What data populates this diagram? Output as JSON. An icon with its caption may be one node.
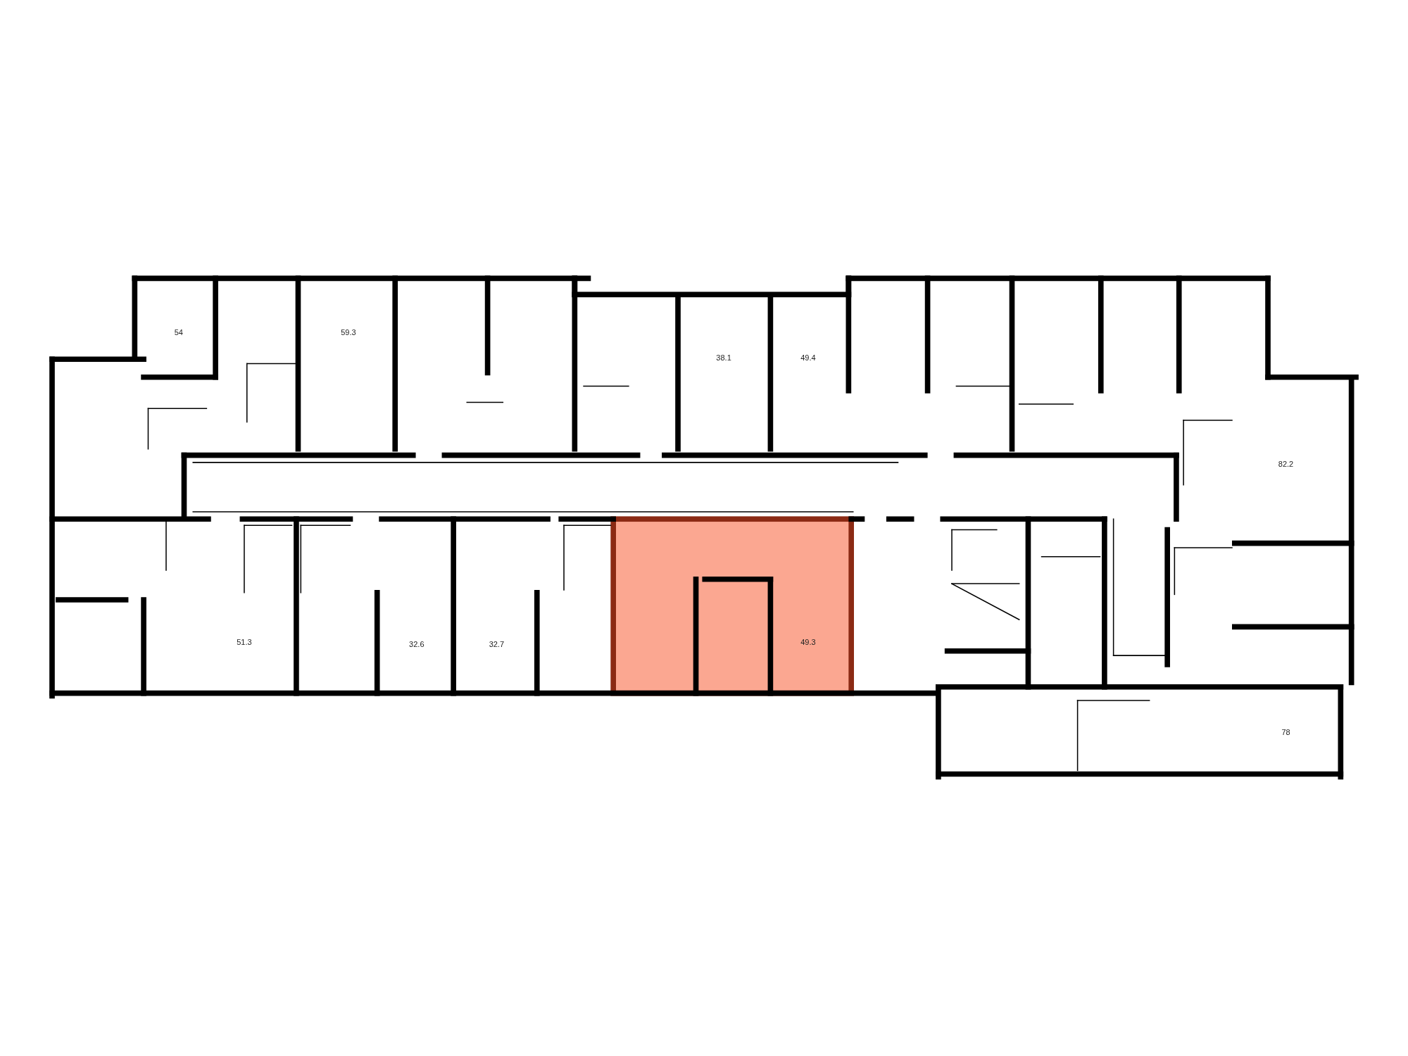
{
  "diagram": {
    "labels": [
      "54",
      "59.3",
      "38.1",
      "49.4",
      "82.2",
      "51.3",
      "32.6",
      "32.7",
      "49.3",
      "78"
    ]
  }
}
